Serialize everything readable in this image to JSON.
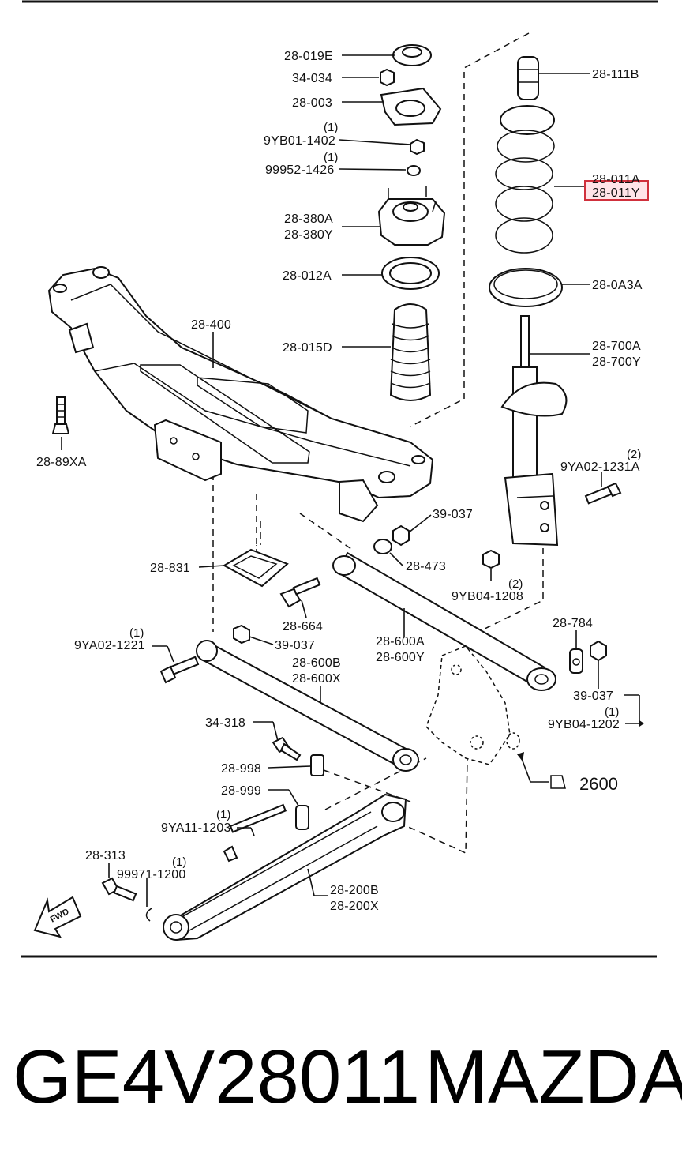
{
  "diagram": {
    "labels": {
      "l_28_019E": "28-019E",
      "l_34_034": "34-034",
      "l_28_003": "28-003",
      "l_q1_a": "(1)",
      "l_9YB01_1402": "9YB01-1402",
      "l_q1_b": "(1)",
      "l_99952_1426": "99952-1426",
      "l_28_380A": "28-380A",
      "l_28_380Y": "28-380Y",
      "l_28_012A": "28-012A",
      "l_28_015D": "28-015D",
      "l_28_111B": "28-111B",
      "l_28_011A": "28-011A",
      "l_28_011Y": "28-011Y",
      "l_28_0A3A": "28-0A3A",
      "l_28_700A": "28-700A",
      "l_28_700Y": "28-700Y",
      "l_28_400": "28-400",
      "l_28_89XA": "28-89XA",
      "l_q2_a": "(2)",
      "l_9YA02_1231A": "9YA02-1231A",
      "l_39_037_a": "39-037",
      "l_28_473": "28-473",
      "l_q2_b": "(2)",
      "l_9YB04_1208": "9YB04-1208",
      "l_28_831": "28-831",
      "l_28_664": "28-664",
      "l_q1_c": "(1)",
      "l_9YA02_1221": "9YA02-1221",
      "l_39_037_b": "39-037",
      "l_28_600A": "28-600A",
      "l_28_600Y": "28-600Y",
      "l_28_600B": "28-600B",
      "l_28_600X": "28-600X",
      "l_28_784": "28-784",
      "l_39_037_c": "39-037",
      "l_q1_d": "(1)",
      "l_9YB04_1202": "9YB04-1202",
      "l_34_318": "34-318",
      "l_28_998": "28-998",
      "l_28_999": "28-999",
      "l_q1_e": "(1)",
      "l_9YA11_1203": "9YA11-1203",
      "l_2600": "2600",
      "l_28_313": "28-313",
      "l_q1_f": "(1)",
      "l_99971_1200": "99971-1200",
      "l_28_200B": "28-200B",
      "l_28_200X": "28-200X",
      "l_fwd": "FWD"
    }
  },
  "footer": {
    "part_number": "GE4V28011",
    "brand": "MAZDA"
  },
  "colors": {
    "highlight_border": "#d0303c",
    "highlight_fill": "#ffe4e8",
    "line": "#111111"
  }
}
